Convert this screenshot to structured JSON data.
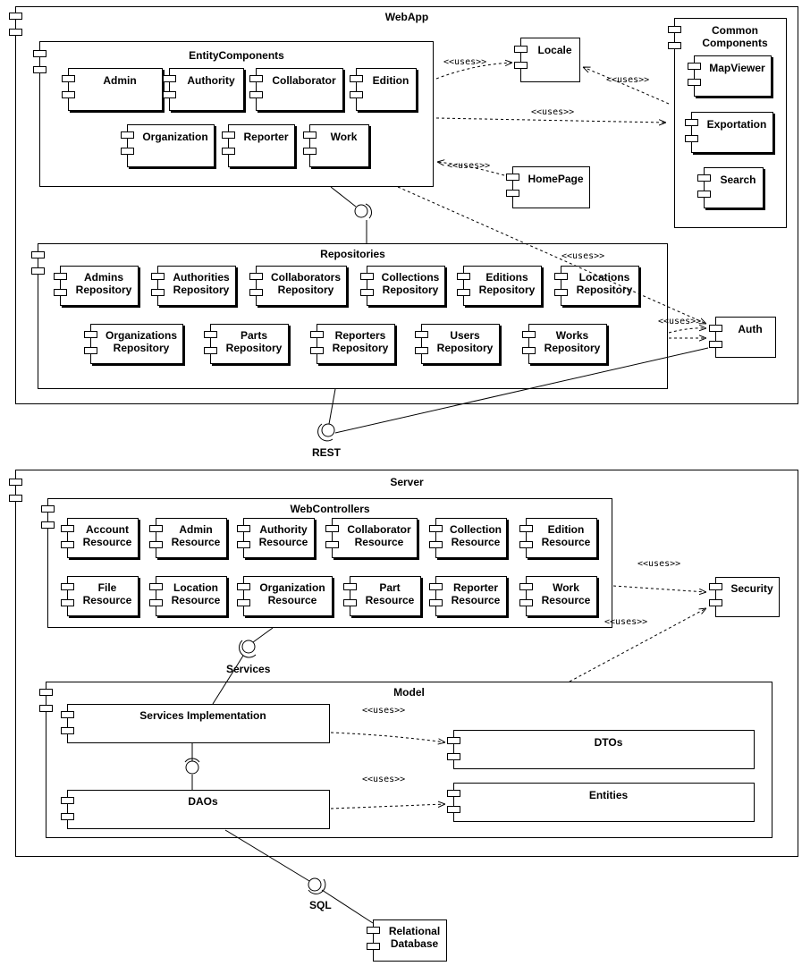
{
  "webapp": {
    "title": "WebApp",
    "entity_components": {
      "title": "EntityComponents",
      "items": [
        "Admin",
        "Authority",
        "Collaborator",
        "Edition",
        "Organization",
        "Reporter",
        "Work"
      ]
    },
    "locale": "Locale",
    "common_components": {
      "title": "Common\nComponents",
      "items": [
        "MapViewer",
        "Exportation",
        "Search"
      ]
    },
    "homepage": "HomePage",
    "repositories": {
      "title": "Repositories",
      "items": [
        "Admins\nRepository",
        "Authorities\nRepository",
        "Collaborators\nRepository",
        "Collections\nRepository",
        "Editions\nRepository",
        "Locations\nRepository",
        "Organizations\nRepository",
        "Parts\nRepository",
        "Reporters\nRepository",
        "Users\nRepository",
        "Works\nRepository"
      ]
    },
    "auth": "Auth"
  },
  "interfaces": {
    "rest": "REST",
    "services": "Services",
    "sql": "SQL"
  },
  "server": {
    "title": "Server",
    "web_controllers": {
      "title": "WebControllers",
      "items": [
        "Account\nResource",
        "Admin\nResource",
        "Authority\nResource",
        "Collaborator\nResource",
        "Collection\nResource",
        "Edition\nResource",
        "File\nResource",
        "Location\nResource",
        "Organization\nResource",
        "Part\nResource",
        "Reporter\nResource",
        "Work\nResource"
      ]
    },
    "security": "Security",
    "model": {
      "title": "Model",
      "services_impl": "Services Implementation",
      "daos": "DAOs",
      "dtos": "DTOs",
      "entities": "Entities"
    }
  },
  "database": "Relational\nDatabase",
  "uses_label": "<<uses>>"
}
